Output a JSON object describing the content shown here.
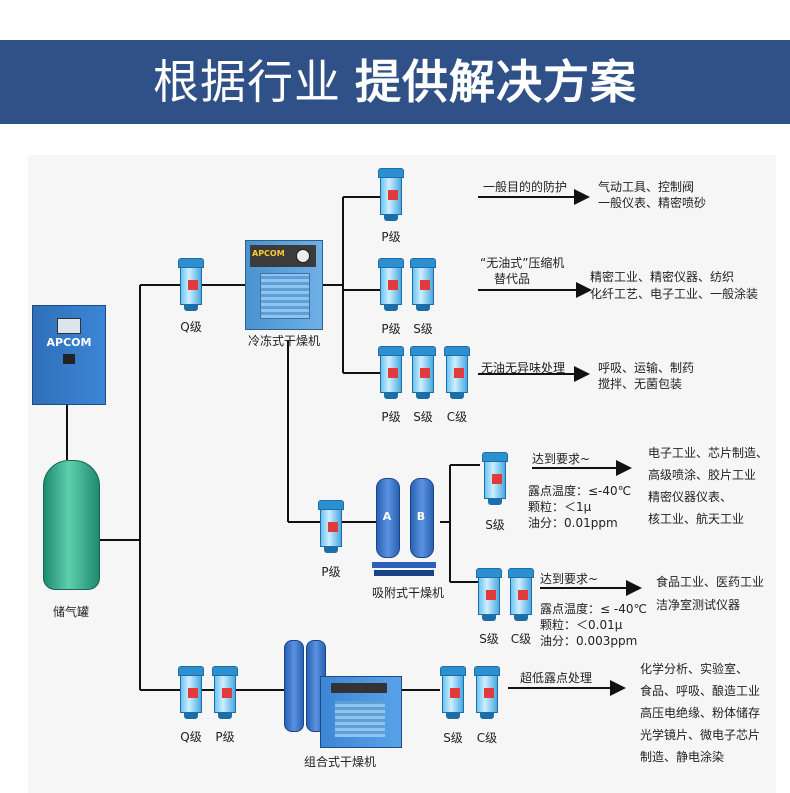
{
  "header": {
    "title_light": "根据行业",
    "title_bold": "提供解决方案"
  },
  "equipment": {
    "compressor_brand": "APCOM",
    "tank": "储气罐",
    "refrigerated_dryer": "冷冻式干燥机",
    "refrigerated_dryer_brand": "APCOM",
    "adsorption_dryer": "吸附式干燥机",
    "combined_dryer": "组合式干燥机",
    "adsorption_tower_a": "A",
    "adsorption_tower_b": "B"
  },
  "filters": {
    "q1": "Q级",
    "p_after_ref": "P级",
    "q2": "Q级",
    "p2": "P级",
    "row1_p": "P级",
    "row2_p": "P级",
    "row2_s": "S级",
    "row3_p": "P级",
    "row3_s": "S级",
    "row3_c": "C级",
    "ads_s1": "S级",
    "ads2_s": "S级",
    "ads2_c": "C级",
    "comb_s": "S级",
    "comb_c": "C级"
  },
  "branches": {
    "b1_purpose": "一般目的的防护",
    "b1_apps": [
      "气动工具、控制阀",
      "一般仪表、精密喷砂"
    ],
    "b2_purpose": [
      "“无油式”压缩机",
      "替代品"
    ],
    "b2_apps": [
      "精密工业、精密仪器、纺织",
      "化纤工艺、电子工业、一般涂装"
    ],
    "b3_purpose": "无油无异味处理",
    "b3_apps": [
      "呼吸、运输、制药",
      "搅拌、无菌包装"
    ],
    "b4_req": "达到要求~",
    "b4_specs": [
      "露点温度：≤-40℃",
      "颗粒：＜1μ",
      "油分：0.01ppm"
    ],
    "b4_apps": [
      "电子工业、芯片制造、",
      "高级喷涂、胶片工业",
      "精密仪器仪表、",
      "核工业、航天工业"
    ],
    "b5_req": "达到要求~",
    "b5_specs": [
      "露点温度：≤ -40℃",
      "颗粒：＜0.01μ",
      "油分：0.003ppm"
    ],
    "b5_apps": [
      "食品工业、医药工业",
      "洁净室测试仪器"
    ],
    "b6_purpose": "超低露点处理",
    "b6_apps": [
      "化学分析、实验室、",
      "食品、呼吸、酿造工业",
      "高压电绝缘、粉体储存",
      "光学镜片、微电子芯片",
      "制造、静电涂染"
    ]
  }
}
